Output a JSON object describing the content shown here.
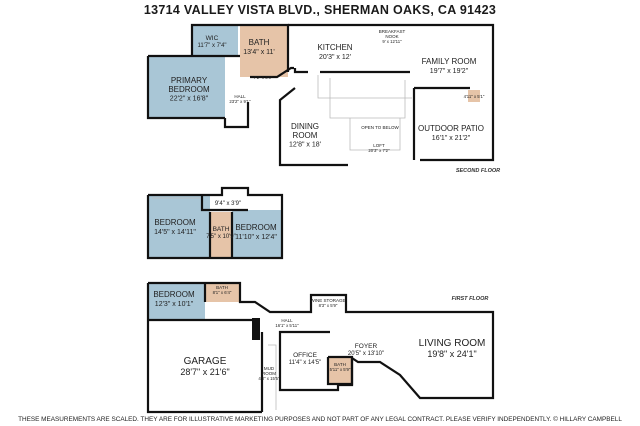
{
  "title": "13714 VALLEY VISTA BLVD., SHERMAN OAKS, CA 91423",
  "colors": {
    "bedroom": "#a9c6d6",
    "bath": "#e6c4a8",
    "wall": "#111111",
    "floor": "#ffffff"
  },
  "second_floor": {
    "label": "SECOND FLOOR",
    "rooms": [
      {
        "id": "wic",
        "name": "WIC",
        "dims": "11'7\" x 7'4\""
      },
      {
        "id": "bath",
        "name": "BATH",
        "dims": "13'4\" x 11'"
      },
      {
        "id": "primary",
        "name": "PRIMARY BEDROOM",
        "dims": "22'2\" x 16'8\""
      },
      {
        "id": "closet",
        "name": "",
        "dims": "7'2\" x 3'6\""
      },
      {
        "id": "hall",
        "name": "HALL",
        "dims": "23'2\" x 9'1\""
      },
      {
        "id": "kitchen",
        "name": "KITCHEN",
        "dims": "20'3\" x 12'"
      },
      {
        "id": "nook",
        "name": "BREAKFAST NOOK",
        "dims": "9' x 12'11\""
      },
      {
        "id": "family",
        "name": "FAMILY ROOM",
        "dims": "19'7\" x 19'2\""
      },
      {
        "id": "small",
        "name": "",
        "dims": "4'11\" x 5'1\""
      },
      {
        "id": "dining",
        "name": "DINING ROOM",
        "dims": "12'8\" x 18'"
      },
      {
        "id": "open",
        "name": "OPEN TO BELOW",
        "dims": ""
      },
      {
        "id": "loft",
        "name": "LOFT",
        "dims": "20'3\" x 7'2\""
      },
      {
        "id": "patio",
        "name": "OUTDOOR PATIO",
        "dims": "16'1\" x 21'2\""
      }
    ]
  },
  "middle_floor": {
    "rooms": [
      {
        "id": "landing",
        "name": "",
        "dims": "9'4\" x 3'9\""
      },
      {
        "id": "bed1",
        "name": "BEDROOM",
        "dims": "14'5\" x 14'11\""
      },
      {
        "id": "bath2",
        "name": "BATH",
        "dims": "7'5\" x 10'9\""
      },
      {
        "id": "bed2",
        "name": "BEDROOM",
        "dims": "11'10\" x 12'4\""
      }
    ]
  },
  "first_floor": {
    "label": "FIRST FLOOR",
    "rooms": [
      {
        "id": "bed3",
        "name": "BEDROOM",
        "dims": "12'3\" x 10'1\""
      },
      {
        "id": "bath3",
        "name": "BATH",
        "dims": "8'1\" x 6'4\""
      },
      {
        "id": "garage",
        "name": "GARAGE",
        "dims": "28'7\" x 21'6\""
      },
      {
        "id": "hall2",
        "name": "HALL",
        "dims": "16'1\" x 5'11\""
      },
      {
        "id": "wine",
        "name": "WINE STORAGE",
        "dims": "8'3\" x 5'9\""
      },
      {
        "id": "office",
        "name": "OFFICE",
        "dims": "11'4\" x 14'5\""
      },
      {
        "id": "foyer",
        "name": "FOYER",
        "dims": "20'5\" x 13'10\""
      },
      {
        "id": "bath4",
        "name": "BATH",
        "dims": "5'11\" x 5'9\""
      },
      {
        "id": "living",
        "name": "LIVING ROOM",
        "dims": "19'8\" x 24'1\""
      },
      {
        "id": "mud",
        "name": "MUD ROOM",
        "dims": "4'8\" x 15'5\""
      }
    ]
  },
  "footer": "THESE MEASUREMENTS ARE SCALED.  THEY ARE FOR ILLUSTRATIVE MARKETING PURPOSES AND NOT PART OF ANY LEGAL CONTRACT.  PLEASE VERIFY INDEPENDENTLY.  © HILLARY CAMPBELL"
}
